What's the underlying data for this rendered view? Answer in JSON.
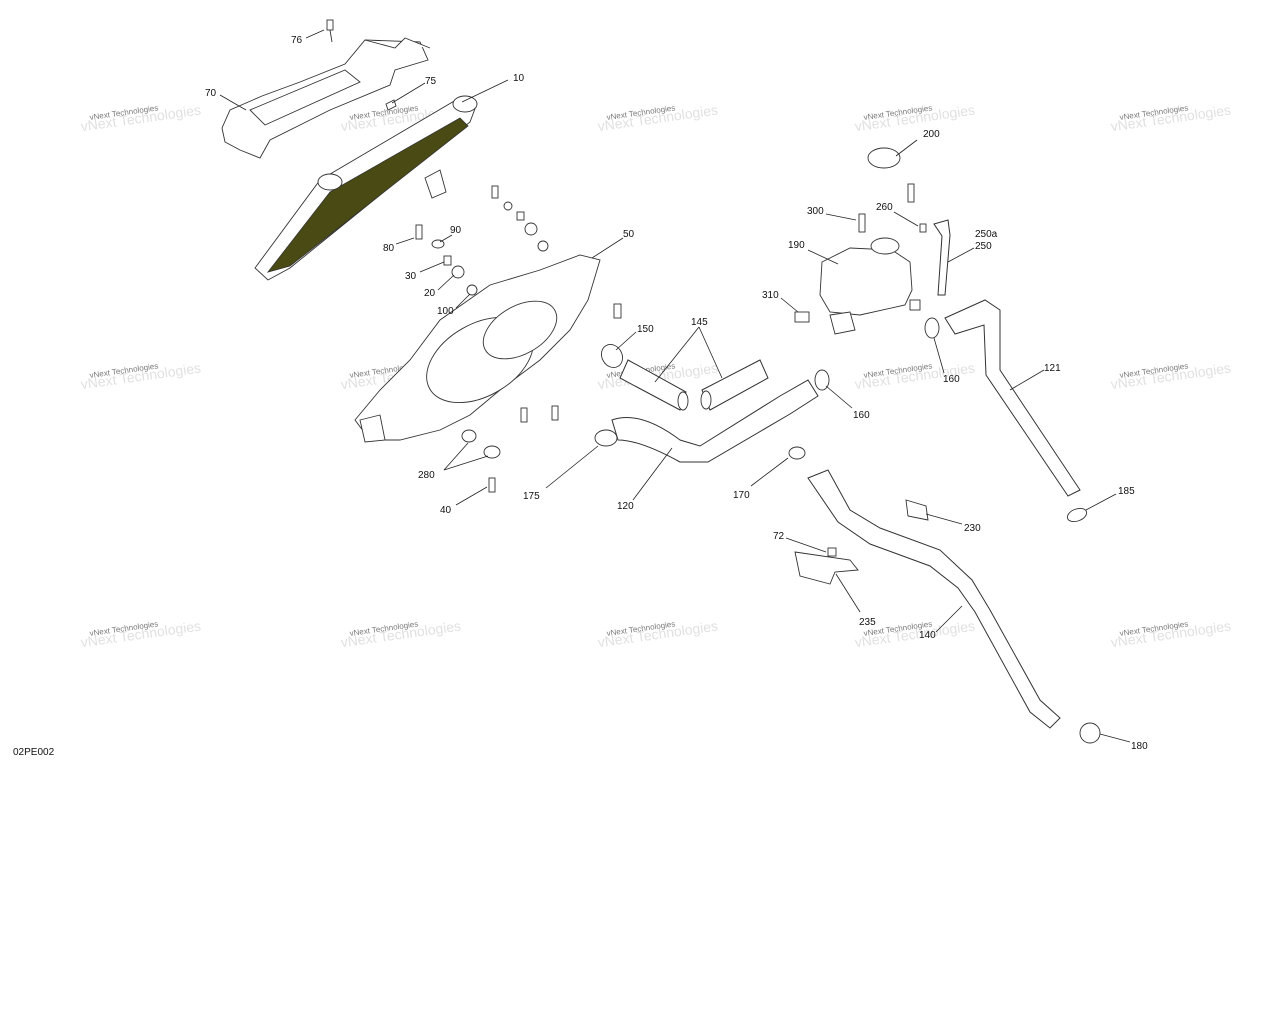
{
  "drawing_id": "02PE002",
  "watermark": "vNext Technologies",
  "callouts": {
    "c76": "76",
    "c75": "75",
    "c70": "70",
    "c10": "10",
    "c90": "90",
    "c80": "80",
    "c30": "30",
    "c20": "20",
    "c100": "100",
    "c50": "50",
    "c150": "150",
    "c145": "145",
    "c280": "280",
    "c40": "40",
    "c175": "175",
    "c120": "120",
    "c160a": "160",
    "c160b": "160",
    "c200": "200",
    "c300": "300",
    "c260": "260",
    "c250a": "250a",
    "c250": "250",
    "c190": "190",
    "c310": "310",
    "c121": "121",
    "c185": "185",
    "c170": "170",
    "c230": "230",
    "c72": "72",
    "c235": "235",
    "c140": "140",
    "c180": "180"
  },
  "colors": {
    "radiator_core": "#4a4a14",
    "line": "#333333",
    "watermark": "#7a7a7a"
  }
}
